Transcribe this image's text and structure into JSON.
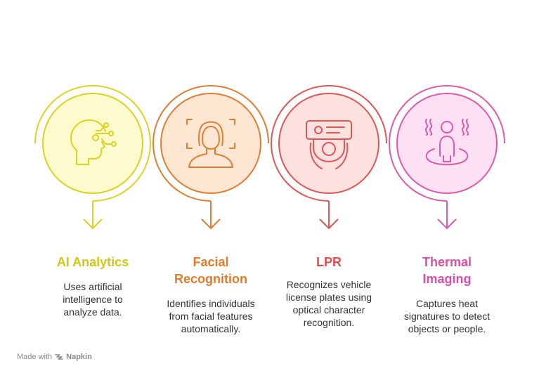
{
  "steps": [
    {
      "id": "ai",
      "title_lines": [
        "AI Analytics"
      ],
      "desc_lines": [
        "Uses artificial",
        "intelligence to",
        "analyze data."
      ],
      "icon": "ai-head-circuit-icon",
      "stroke": "#dcd21f",
      "fill": "#fdfbcd",
      "title_color": "#d4c713"
    },
    {
      "id": "facial",
      "title_lines": [
        "Facial",
        "Recognition"
      ],
      "desc_lines": [
        "Identifies individuals",
        "from facial features",
        "automatically."
      ],
      "icon": "face-scan-icon",
      "stroke": "#e07d33",
      "fill": "#fde7d3",
      "title_color": "#e07b2e"
    },
    {
      "id": "lpr",
      "title_lines": [
        "LPR"
      ],
      "desc_lines": [
        "Recognizes vehicle",
        "license plates using",
        "optical character",
        "recognition."
      ],
      "icon": "plate-camera-icon",
      "stroke": "#e05555",
      "fill": "#fde1df",
      "title_color": "#e04f4f"
    },
    {
      "id": "thermal",
      "title_lines": [
        "Thermal",
        "Imaging"
      ],
      "desc_lines": [
        "Captures heat",
        "signatures to detect",
        "objects or people."
      ],
      "icon": "thermal-person-icon",
      "stroke": "#dc5aa9",
      "fill": "#fde0f3",
      "title_color": "#db4ea6"
    }
  ],
  "footer": {
    "prefix": "Made with",
    "brand": "Napkin",
    "icon": "napkin-logo-icon"
  }
}
